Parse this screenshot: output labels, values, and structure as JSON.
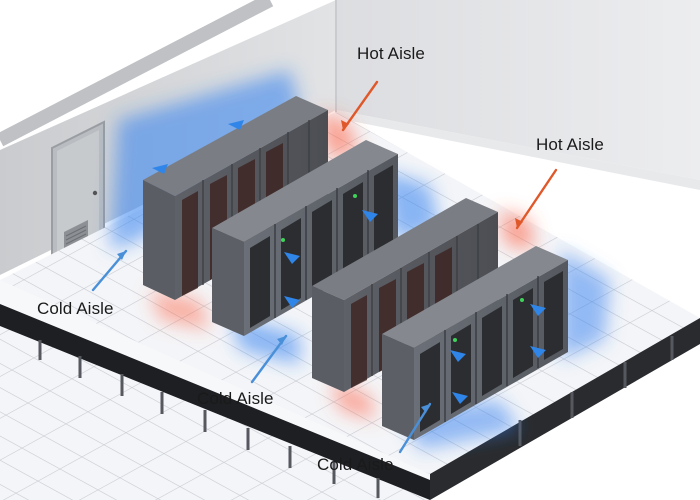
{
  "labels": {
    "hot_aisle_1": "Hot Aisle",
    "hot_aisle_2": "Hot Aisle",
    "cold_aisle_1": "Cold Aisle",
    "cold_aisle_2": "Cold Aisle",
    "cold_aisle_3": "Cold Aisle"
  },
  "colors": {
    "hot_leader": "#e0582a",
    "cold_leader": "#4a90d9",
    "cold_glow": "#2f7ff0",
    "hot_glow": "#ff5a3c",
    "airflow_arrow": "#2f86e8",
    "rack_body": "#5a5e66",
    "floor": "#f2f4f7",
    "wall": "#d7d9dc"
  },
  "icons": [
    "door-icon",
    "vent-grille-icon",
    "airflow-arrow-icon",
    "status-led-icon"
  ]
}
